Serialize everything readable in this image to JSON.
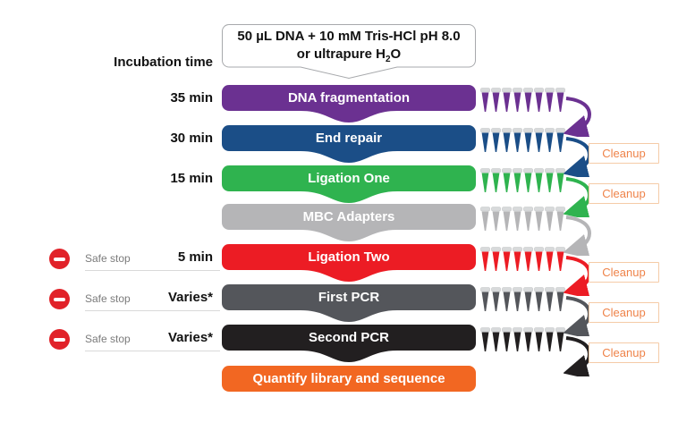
{
  "figure": {
    "incubation_header": "Incubation time",
    "input_box": {
      "line1": "50 µL DNA + 10 mM Tris-HCl pH 8.0",
      "line2_pre": "or ultrapure H",
      "line2_sub": "2",
      "line2_post": "O",
      "border_color": "#A7A9AC"
    },
    "safe_stop_label": "Safe stop",
    "cleanup_label": "Cleanup",
    "colors": {
      "cleanup_text": "#EF8349",
      "cleanup_border": "#F5CBA7",
      "safe_stop_red": "#E12229",
      "safe_stop_text": "#7B7B7B",
      "rule_gray": "#D9D9D9",
      "tube_cap": "#D8DADB",
      "tube_cap_edge": "#C2C4C5"
    },
    "steps": [
      {
        "label": "DNA fragmentation",
        "time": "35 min",
        "color": "#6B3191",
        "safe_stop": false,
        "cleanup": false,
        "tubes": 8,
        "arrow": true,
        "final": false
      },
      {
        "label": "End repair",
        "time": "30 min",
        "color": "#1B4E87",
        "safe_stop": false,
        "cleanup": true,
        "tubes": 8,
        "arrow": true,
        "final": false
      },
      {
        "label": "Ligation One",
        "time": "15 min",
        "color": "#2FB34F",
        "safe_stop": false,
        "cleanup": true,
        "tubes": 8,
        "arrow": true,
        "final": false
      },
      {
        "label": "MBC Adapters",
        "time": "",
        "color": "#B5B5B7",
        "safe_stop": false,
        "cleanup": false,
        "tubes": 8,
        "arrow": true,
        "final": false
      },
      {
        "label": "Ligation Two",
        "time": "5 min",
        "color": "#EC1C24",
        "safe_stop": true,
        "cleanup": true,
        "tubes": 8,
        "arrow": true,
        "final": false
      },
      {
        "label": "First PCR",
        "time": "Varies*",
        "color": "#54565B",
        "safe_stop": true,
        "cleanup": true,
        "tubes": 8,
        "arrow": true,
        "final": false
      },
      {
        "label": "Second PCR",
        "time": "Varies*",
        "color": "#221F20",
        "safe_stop": true,
        "cleanup": true,
        "tubes": 8,
        "arrow": true,
        "final": false
      },
      {
        "label": "Quantify library and sequence",
        "time": "",
        "color": "#F26722",
        "safe_stop": false,
        "cleanup": false,
        "tubes": 0,
        "arrow": false,
        "final": true
      }
    ]
  }
}
